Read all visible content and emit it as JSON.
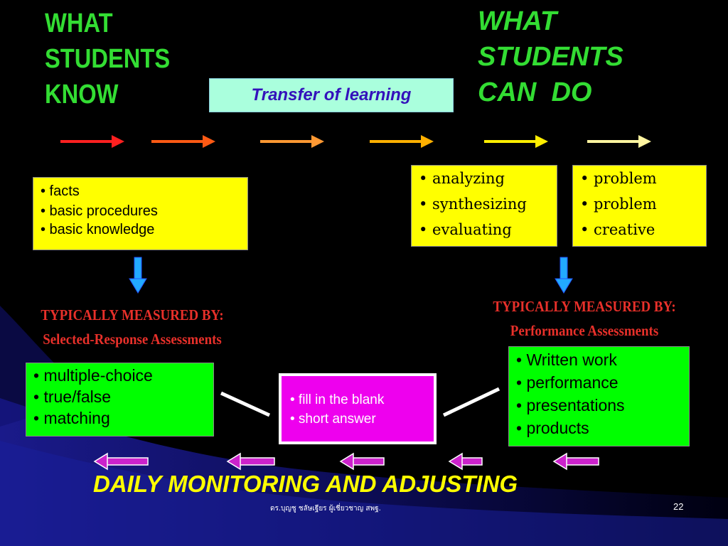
{
  "colors": {
    "background": "#000000",
    "heading": "#33dd33",
    "transfer_box": "#aaffdd",
    "transfer_text": "#3311bb",
    "yellow_box": "#ffff00",
    "green_box": "#00ff00",
    "magenta_box": "#ee00ee",
    "measured_text": "#e8302a",
    "footer_text": "#ffff00"
  },
  "left_heading": {
    "lines": [
      "WHAT",
      "STUDENTS",
      "KNOW"
    ]
  },
  "right_heading": {
    "lines": [
      "WHAT",
      "STUDENTS",
      "CAN  DO"
    ]
  },
  "transfer_label": "Transfer of learning",
  "right_arrow_colors": [
    "#ff2020",
    "#ff5a14",
    "#ff9933",
    "#ffb000",
    "#ffee00",
    "#fff5a0"
  ],
  "know_box": {
    "items": [
      "• facts",
      "• basic procedures",
      "• basic knowledge"
    ]
  },
  "thinking_box": {
    "items": [
      "• analyzing",
      "• synthesizing",
      "• evaluating"
    ]
  },
  "problem_box": {
    "items": [
      "• problem",
      "• problem",
      "• creative"
    ]
  },
  "measured_left": {
    "line1": "TYPICALLY MEASURED BY:",
    "line2": "Selected-Response Assessments"
  },
  "measured_right": {
    "line1": "TYPICALLY MEASURED BY:",
    "line2": "Performance Assessments"
  },
  "selected_box": {
    "items": [
      "• multiple-choice",
      "• true/false",
      "• matching"
    ]
  },
  "middle_box": {
    "items": [
      "• fill in the blank",
      "• short answer"
    ]
  },
  "performance_box": {
    "items": [
      "• Written work",
      "• performance",
      "• presentations",
      "• products"
    ]
  },
  "daily_label": "DAILY MONITORING AND ADJUSTING",
  "footer_credit": "ดร.บุญชู ชลัษเฐียร ผู้เชี่ยวชาญ สพฐ.",
  "page_number": "22"
}
